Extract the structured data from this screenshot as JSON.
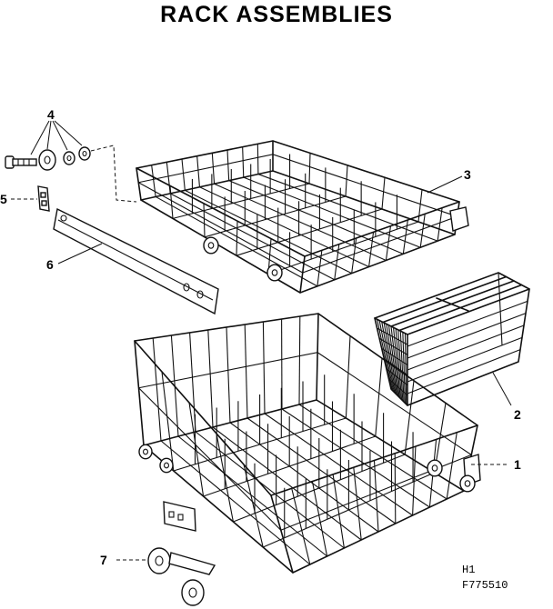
{
  "title": "RACK ASSEMBLIES",
  "callouts": {
    "c1": "1",
    "c2": "2",
    "c3": "3",
    "c4": "4",
    "c5": "5",
    "c6": "6",
    "c7": "7"
  },
  "codes": {
    "line1": "H1",
    "line2": "F775510"
  },
  "parts": [
    {
      "callout": "1",
      "name": "lower-rack"
    },
    {
      "callout": "2",
      "name": "silverware-basket"
    },
    {
      "callout": "3",
      "name": "upper-rack"
    },
    {
      "callout": "4",
      "name": "roller-hardware"
    },
    {
      "callout": "5",
      "name": "rack-stop"
    },
    {
      "callout": "6",
      "name": "rack-track"
    },
    {
      "callout": "7",
      "name": "lower-rack-wheel"
    }
  ]
}
